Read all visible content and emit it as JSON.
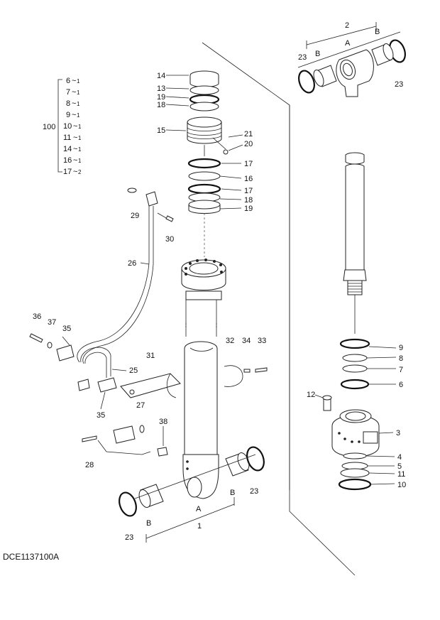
{
  "drawing_code": "DCE1137100A",
  "kit": {
    "number": "100",
    "items": [
      {
        "part": "6",
        "qty": "1"
      },
      {
        "part": "7",
        "qty": "1"
      },
      {
        "part": "8",
        "qty": "1"
      },
      {
        "part": "9",
        "qty": "1"
      },
      {
        "part": "10",
        "qty": "1"
      },
      {
        "part": "11",
        "qty": "1"
      },
      {
        "part": "14",
        "qty": "1"
      },
      {
        "part": "16",
        "qty": "1"
      },
      {
        "part": "17",
        "qty": "2"
      }
    ]
  },
  "callouts": {
    "p1": "1",
    "p2": "2",
    "p3": "3",
    "p4": "4",
    "p5": "5",
    "p6": "6",
    "p7": "7",
    "p8": "8",
    "p9": "9",
    "p10": "10",
    "p11": "11",
    "p12": "12",
    "p13": "13",
    "p14": "14",
    "p15": "15",
    "p16": "16",
    "p17a": "17",
    "p17b": "17",
    "p18a": "18",
    "p18b": "18",
    "p19a": "19",
    "p19b": "19",
    "p20": "20",
    "p21": "21",
    "p23a": "23",
    "p23b": "23",
    "p23c": "23",
    "p23d": "23",
    "p25": "25",
    "p26": "26",
    "p27": "27",
    "p28": "28",
    "p29": "29",
    "p30": "30",
    "p31": "31",
    "p32": "32",
    "p33": "33",
    "p34": "34",
    "p35a": "35",
    "p35b": "35",
    "p36": "36",
    "p37": "37",
    "p38": "38",
    "A1": "A",
    "B1": "B",
    "B2": "B",
    "A2": "A",
    "B3": "B",
    "B4": "B"
  }
}
